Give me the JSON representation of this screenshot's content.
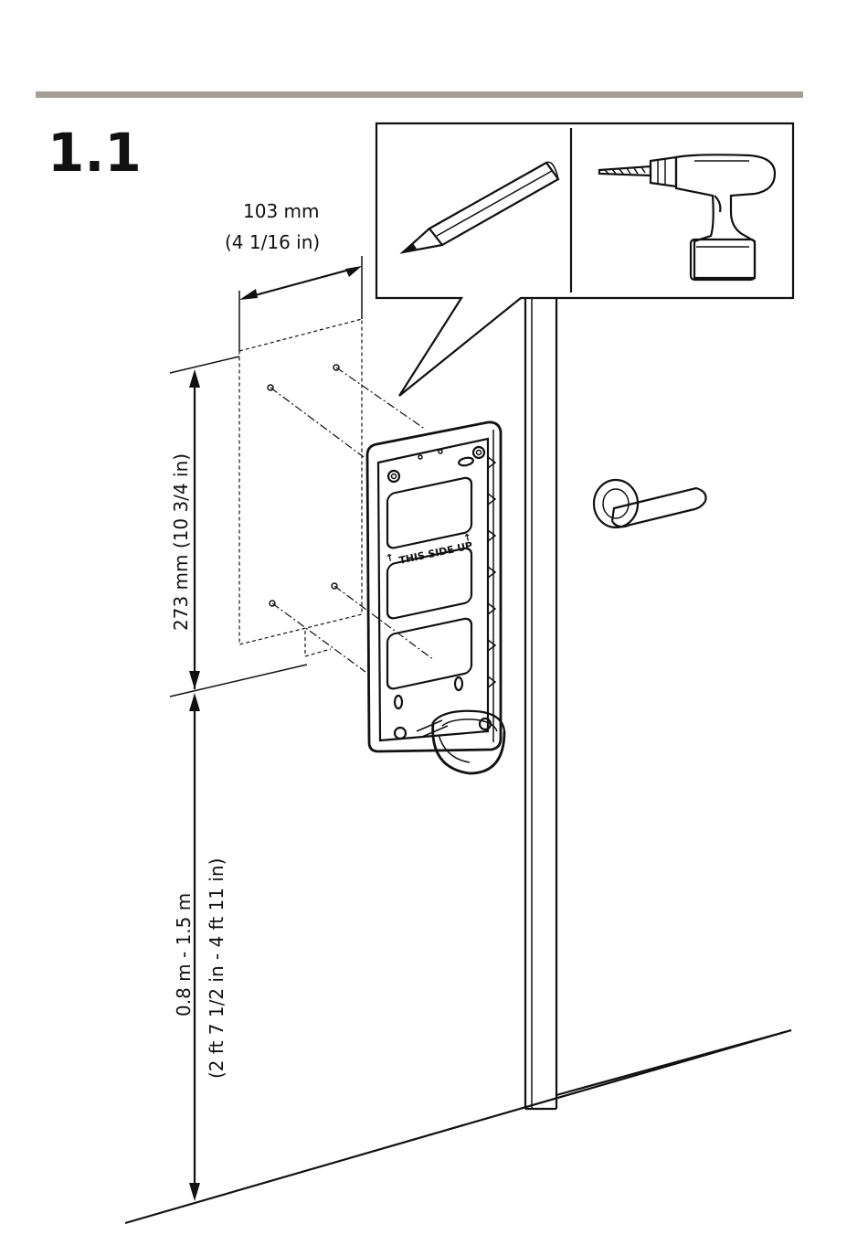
{
  "header": {
    "step_number": "1.1",
    "rule_color": "#a89f94"
  },
  "dimensions": {
    "width_mm": "103 mm",
    "width_in": "(4 1/16 in)",
    "height": "273 mm (10 3/4 in)",
    "mount_height_m": "0.8 m - 1.5 m",
    "mount_height_ft": "(2 ft 7 1/2 in - 4 ft 11 in)"
  },
  "device": {
    "orientation_label": "THIS SIDE UP"
  },
  "tools": {
    "icons": [
      "pencil-icon",
      "drill-icon"
    ]
  }
}
